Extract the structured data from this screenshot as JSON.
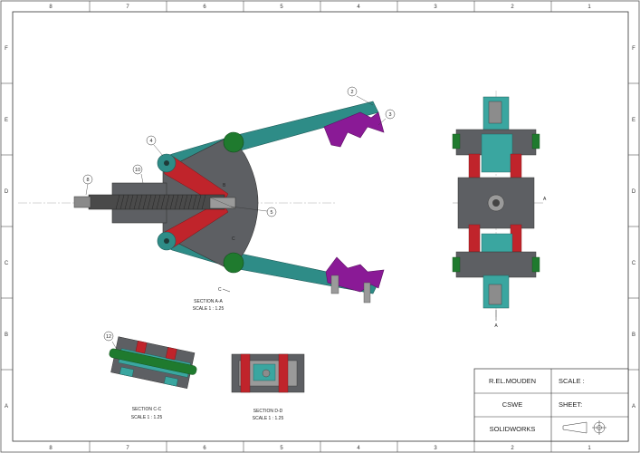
{
  "sheet": {
    "zones_horizontal": [
      "8",
      "7",
      "6",
      "5",
      "4",
      "3",
      "2",
      "1"
    ],
    "zones_vertical": [
      "F",
      "E",
      "D",
      "C",
      "B",
      "A"
    ]
  },
  "balloons": [
    "2",
    "3",
    "4",
    "8",
    "10",
    "5",
    "12"
  ],
  "sections": {
    "aa": {
      "title": "SECTION A-A",
      "scale": "SCALE 1 : 1.25"
    },
    "cc": {
      "title": "SECTION C-C",
      "scale": "SCALE 1 : 1.25"
    },
    "dd": {
      "title": "SECTION D-D",
      "scale": "SCALE 1 : 1.25"
    }
  },
  "markers": {
    "a_top": "A",
    "a_bottom": "A",
    "b": "B",
    "c_left": "C",
    "c_small": "C",
    "c_mid": "C"
  },
  "title_block": {
    "author": "R.EL.MOUDEN",
    "scale_label": "SCALE :",
    "org": "CSWE",
    "sheet_label": "SHEET:",
    "software": "SOLIDWORKS"
  },
  "colors": {
    "teal": "#2e8c87",
    "teal_light": "#3aa6a0",
    "gray": "#5d5f63",
    "red": "#c0242b",
    "purple": "#8a1a96",
    "green": "#1f7a2e"
  }
}
